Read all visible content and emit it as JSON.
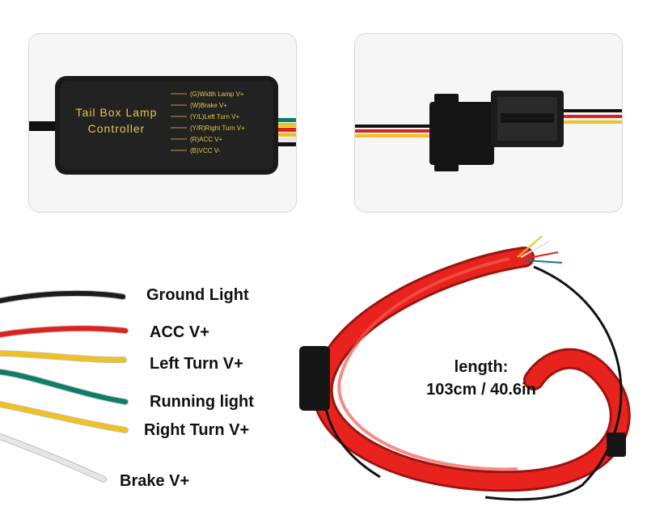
{
  "controller": {
    "title_line1": "Tail Box Lamp",
    "title_line2": "Controller",
    "pins": [
      "(G)Width Lamp V+",
      "(W)Brake V+",
      "(Y/L)Left Turn V+",
      "(Y/R)Right Turn V+",
      "(R)ACC V+",
      "(B)VCC V-"
    ]
  },
  "wires": [
    {
      "label": "Ground Light",
      "color": "#1c1c1c"
    },
    {
      "label": "ACC V+",
      "color": "#e0201c"
    },
    {
      "label": "Left Turn V+",
      "color": "#f0c21e"
    },
    {
      "label": "Running light",
      "color": "#0d7d6a"
    },
    {
      "label": "Right Turn V+",
      "color": "#f0c21e"
    },
    {
      "label": "Brake V+",
      "color": "#e6e6e6"
    }
  ],
  "strip": {
    "length_label": "length:",
    "length_value": "103cm / 40.6in",
    "color": "#e8231e"
  }
}
